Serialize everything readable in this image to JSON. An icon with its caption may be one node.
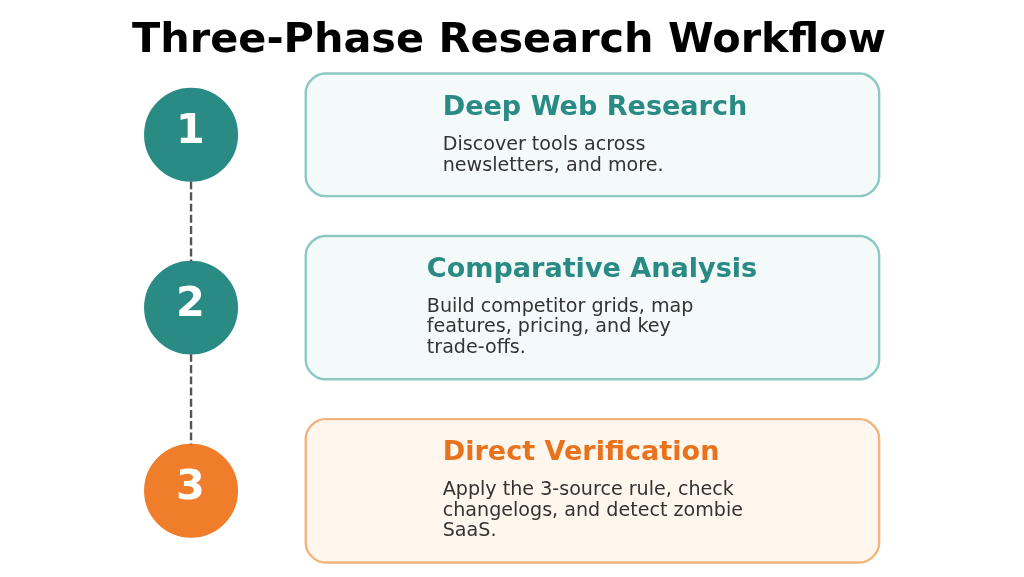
{
  "diagram": {
    "title": "Three-Phase Research Workflow",
    "nodes": [
      {
        "text": [
          "1"
        ]
      },
      {
        "text": [
          "Deep Web Research",
          "Discover tools across newsletters, and more."
        ]
      },
      {
        "text": [
          "2"
        ]
      },
      {
        "text": [
          "Comparative Analysis",
          "Build competitor grids, map features, pricing, and key trade-offs."
        ]
      },
      {
        "text": [
          "3"
        ]
      },
      {
        "text": [
          "Direct Verification",
          "Apply the 3-source rule, check changelogs, and detect zombie SaaS."
        ]
      }
    ],
    "edges": [
      {
        "from": 0,
        "to": 2,
        "arrow": "none",
        "style": "dashed"
      },
      {
        "from": 2,
        "to": 4,
        "arrow": "none",
        "style": "dashed"
      }
    ]
  }
}
